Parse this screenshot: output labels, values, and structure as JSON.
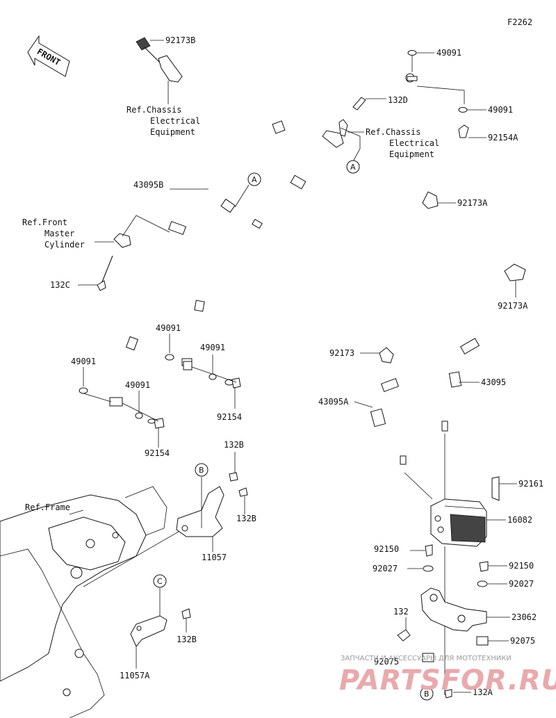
{
  "diagram_code": "F2262",
  "front_label": "FRONT",
  "parts": {
    "p92173B": "92173B",
    "p49091_top": "49091",
    "p132D": "132D",
    "p49091_r": "49091",
    "p92154A": "92154A",
    "p43095B": "43095B",
    "p92173A": "92173A",
    "p132C": "132C",
    "p92173A_b": "92173A",
    "p49091_l1": "49091",
    "p49091_l2": "49091",
    "p49091_l3": "49091",
    "p49091_l4": "49091",
    "p92173": "92173",
    "p43095": "43095",
    "p43095A": "43095A",
    "p92154_a": "92154",
    "p92154_b": "92154",
    "p132B_top": "132B",
    "p132B_mid": "132B",
    "p92161": "92161",
    "p16082": "16082",
    "p11057": "11057",
    "p92150_l": "92150",
    "p92150_r": "92150",
    "p92027_l": "92027",
    "p92027_r": "92027",
    "p132": "132",
    "p23062": "23062",
    "p92075_r": "92075",
    "p92075_l": "92075",
    "p132B_bot": "132B",
    "p11057A": "11057A",
    "p132A": "132A"
  },
  "refs": {
    "chassis_top": [
      "Ref.Chassis",
      "Electrical",
      "Equipment"
    ],
    "chassis_right": [
      "Ref.Chassis",
      "Electrical",
      "Equipment"
    ],
    "front_master": [
      "Ref.Front",
      "Master",
      "Cylinder"
    ],
    "frame": "Ref.Frame"
  },
  "callouts": {
    "A1": "A",
    "A2": "A",
    "B1": "B",
    "B2": "B",
    "C1": "C"
  },
  "watermark": {
    "line1": "ЗАПЧАСТИ И АКСЕССУАРЫ ДЛЯ МОТОТЕХНИКИ",
    "line2": "PARTSFOR.RU"
  }
}
